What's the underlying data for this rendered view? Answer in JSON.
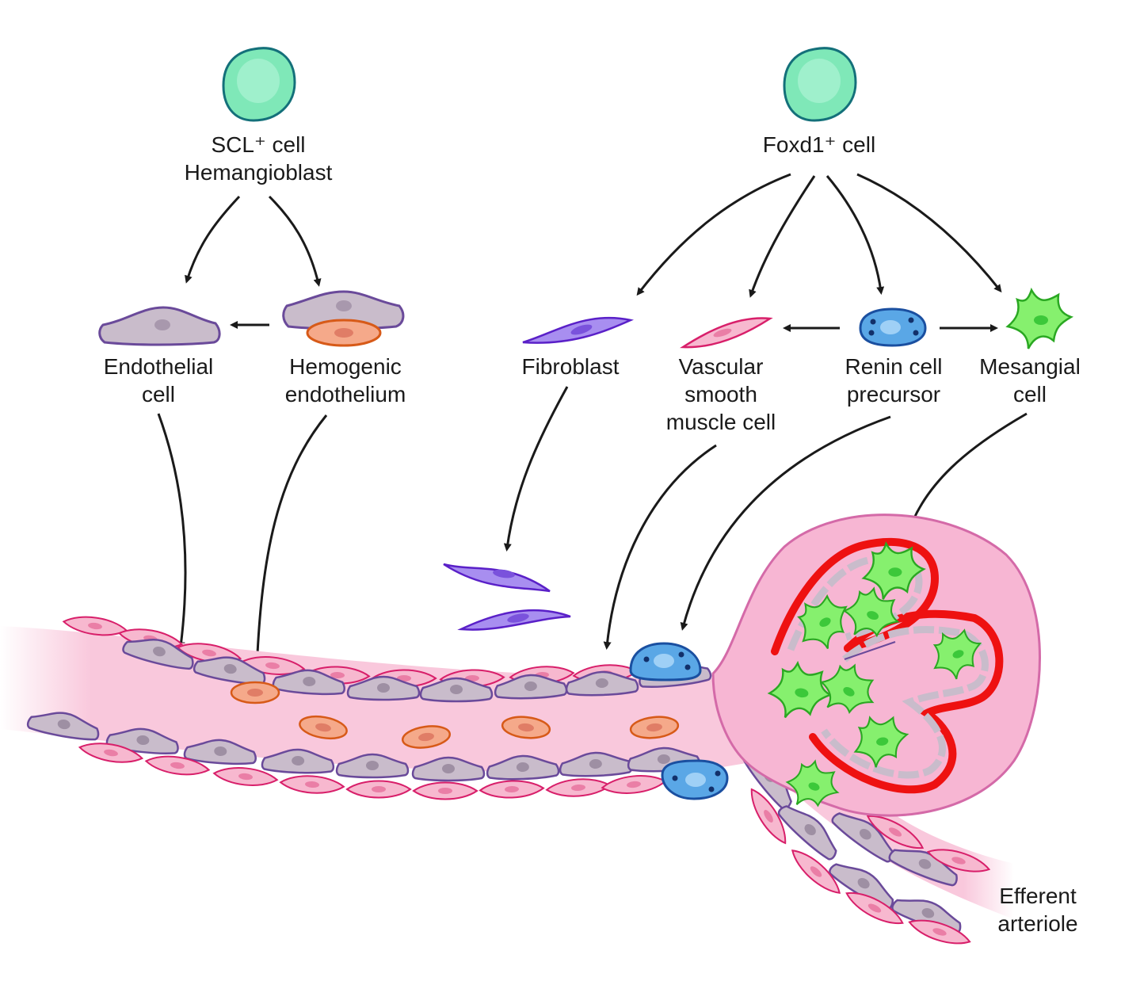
{
  "colors": {
    "precursor_cell": "#7fe8b8",
    "endothelial": "#c9bccb",
    "hemogenic_nucleus": "#f5a98a",
    "fibroblast": "#a88ef0",
    "smooth_muscle": "#f7b8cf",
    "renin": "#5aa7e6",
    "mesangial": "#7ff06a",
    "vessel_lumen": "#f9c8dc",
    "glomerulus_capsule": "#f7b6d3",
    "basement_membrane": "#ee1111"
  },
  "labels": {
    "scl_cell_line1": "SCL⁺ cell",
    "scl_cell_line2": "Hemangioblast",
    "foxd1_cell": "Foxd1⁺ cell",
    "endothelial_line1": "Endothelial",
    "endothelial_line2": "cell",
    "hemogenic_line1": "Hemogenic",
    "hemogenic_line2": "endothelium",
    "fibroblast": "Fibroblast",
    "vsmc_line1": "Vascular",
    "vsmc_line2": "smooth",
    "vsmc_line3": "muscle cell",
    "renin_line1": "Renin cell",
    "renin_line2": "precursor",
    "mesangial_line1": "Mesangial",
    "mesangial_line2": "cell",
    "efferent_line1": "Efferent",
    "efferent_line2": "arteriole"
  }
}
